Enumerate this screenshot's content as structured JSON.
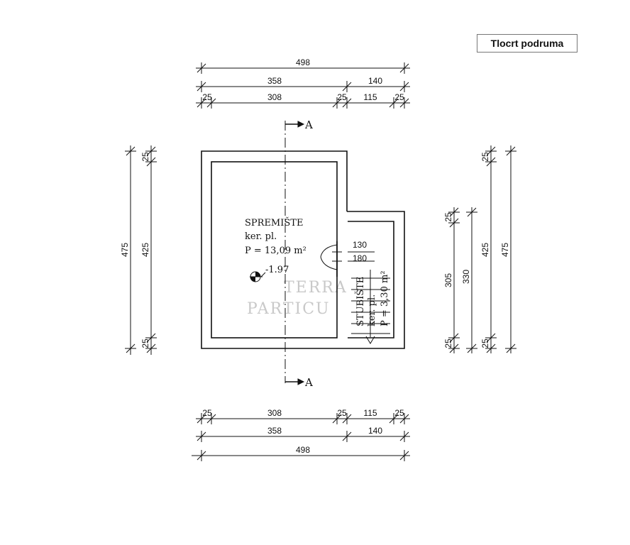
{
  "title": "Tlocrt podruma",
  "dims": {
    "top_total": "498",
    "top_mid": [
      "358",
      "140"
    ],
    "top_fine": [
      "25",
      "308",
      "25",
      "115",
      "25"
    ],
    "bottom_fine": [
      "25",
      "308",
      "25",
      "115",
      "25"
    ],
    "bottom_mid": [
      "358",
      "140"
    ],
    "bottom_total": "498",
    "left_outer": "475",
    "left_inner": [
      "25",
      "425",
      "25"
    ],
    "right_small": [
      "25",
      "305",
      "25"
    ],
    "right_small_total": "330",
    "right_big": [
      "25",
      "425",
      "25"
    ],
    "right_big_total": "475"
  },
  "section_marker": "A",
  "room_storage": {
    "name": "SPREMIŠTE",
    "floor": "ker. pl.",
    "area": "P = 13,09 m²",
    "level": "-1.97"
  },
  "door": {
    "width": "130",
    "height": "180"
  },
  "room_stairs": {
    "name": "STUBIŠTE",
    "floor": "ker. pl.",
    "area": "P = 3,30 m²"
  },
  "watermark": [
    "TERRA",
    "PARTICU"
  ]
}
